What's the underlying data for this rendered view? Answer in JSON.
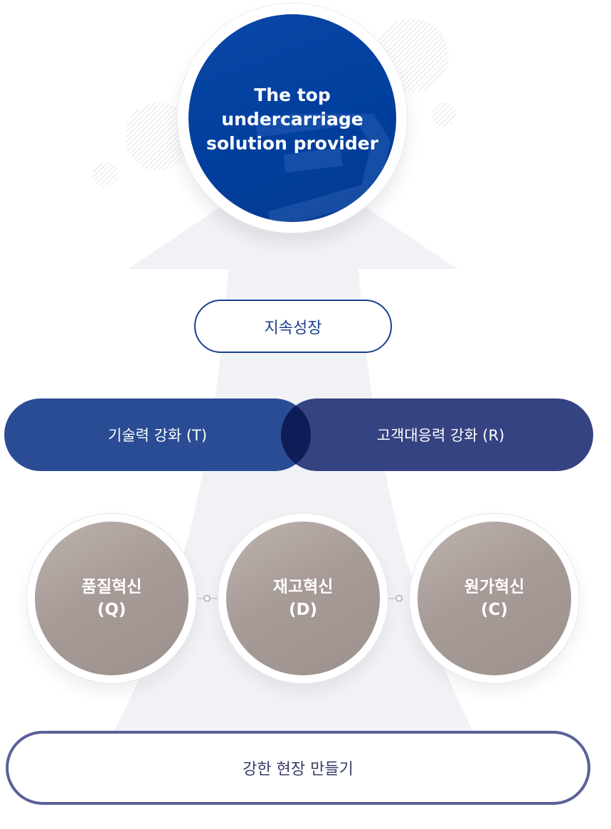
{
  "top_goal": {
    "lines": [
      "The top",
      "undercarriage",
      "solution provider"
    ]
  },
  "growth_label": "지속성장",
  "strategies": {
    "technology": "기술력 강화 (T)",
    "customer": "고객대응력 강화 (R)"
  },
  "innovations": [
    {
      "title": "품질혁신",
      "code": "(Q)"
    },
    {
      "title": "재고혁신",
      "code": "(D)"
    },
    {
      "title": "원가혁신",
      "code": "(C)"
    }
  ],
  "foundation_label": "강한 현장 만들기",
  "colors": {
    "primary_blue": "#003f9e",
    "strategy_left": "#2a4c95",
    "strategy_right": "#354382",
    "overlap": "#0e1d57",
    "innovation_circle": "#a79b97",
    "foundation_border": "#5a6098"
  }
}
